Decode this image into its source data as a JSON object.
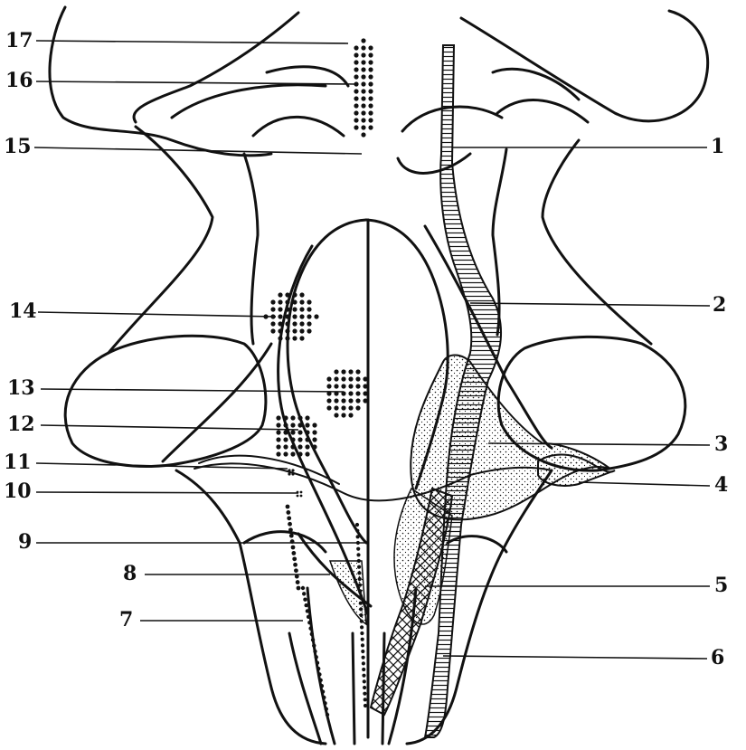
{
  "colors": {
    "ink": "#111111",
    "paper": "#ffffff"
  },
  "labels": {
    "left": [
      {
        "id": "17",
        "text": "17"
      },
      {
        "id": "16",
        "text": "16"
      },
      {
        "id": "15",
        "text": "15"
      },
      {
        "id": "14",
        "text": "14"
      },
      {
        "id": "13",
        "text": "13"
      },
      {
        "id": "12",
        "text": "12"
      },
      {
        "id": "11",
        "text": "11"
      },
      {
        "id": "10",
        "text": "10"
      },
      {
        "id": "9",
        "text": "9"
      },
      {
        "id": "8",
        "text": "8"
      },
      {
        "id": "7",
        "text": "7"
      }
    ],
    "right": [
      {
        "id": "1",
        "text": "1"
      },
      {
        "id": "2",
        "text": "2"
      },
      {
        "id": "3",
        "text": "3"
      },
      {
        "id": "4",
        "text": "4"
      },
      {
        "id": "5",
        "text": "5"
      },
      {
        "id": "6",
        "text": "6"
      }
    ]
  }
}
